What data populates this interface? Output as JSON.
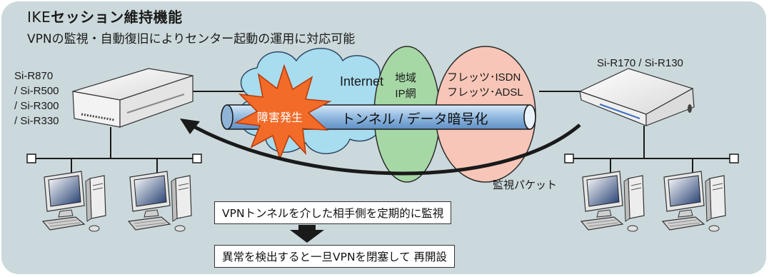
{
  "heading": {
    "title_prefix": "IKE",
    "title_main": "セッション維持機能",
    "subtitle": "VPNの監視・自動復旧によりセンター起動の運用に対応可能"
  },
  "left_router": {
    "label_lines": [
      "Si-R870",
      "/ Si-R500",
      "/ Si-R300",
      "/ Si-R330"
    ]
  },
  "right_router": {
    "label": "Si-R170 / Si-R130"
  },
  "network": {
    "internet": "Internet",
    "regional_lines": [
      "地域",
      "IP網"
    ],
    "flets_lines": [
      "フレッツ･ISDN",
      "フレッツ･ADSL"
    ],
    "tunnel": "トンネル / データ暗号化",
    "fault": "障害発生",
    "monitor_packet": "監視パケット"
  },
  "callouts": {
    "top": "VPNトンネルを介した相手側を定期的に監視",
    "bottom": "異常を検出すると一旦VPNを閉塞して 再開設"
  },
  "colors": {
    "background": "#ccd9dc",
    "cloud": "#a8dcef",
    "regional": "#a6d8a6",
    "flets": "#f7c6b8",
    "tunnel": "#96bde2",
    "burst": "#f26b28"
  }
}
